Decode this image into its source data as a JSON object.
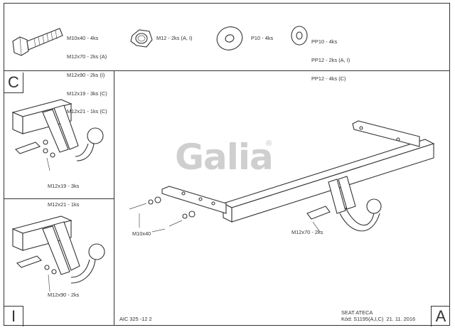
{
  "parts": {
    "bolt_list": [
      "M10x40 - 4ks",
      "M12x70 - 2ks (A)",
      "M12x90 - 2ks (I)",
      "M12x19 - 3ks (C)",
      "M12x21 - 1ks (C)"
    ],
    "nut_label": "M12 - 2ks (A, I)",
    "washer_label": "P10 - 4ks",
    "plate_list": [
      "PP10 - 4ks",
      "PP12 - 2ks (A, I)",
      "PP12 - 4ks (C)"
    ]
  },
  "variants": {
    "c_letter": "C",
    "c_callout": [
      "M12x19 - 3ks",
      "M12x21 - 1ks"
    ],
    "i_letter": "I",
    "i_callout": "M12x90 - 2ks"
  },
  "main": {
    "brand": "Galia",
    "brand_mark": "®",
    "bolt_callout_left": "M10x40",
    "bolt_callout_right": "M12x70 - 2ks",
    "letter": "A"
  },
  "footer": {
    "drawing_no": "AIC 325 -12 2",
    "vehicle": "SEAT ATECA",
    "code_line": "Kód: S1195(A,I,C)  21. 11. 2016"
  }
}
